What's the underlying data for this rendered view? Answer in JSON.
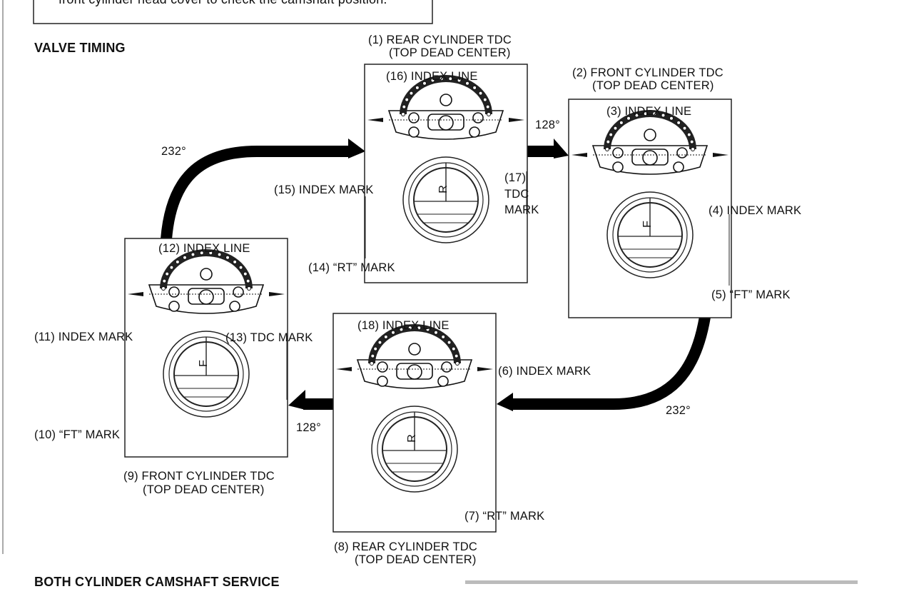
{
  "note_box": {
    "text": "front cylinder head cover to check the camshaft position."
  },
  "section_title": "VALVE TIMING",
  "next_section_title": "BOTH CYLINDER CAMSHAFT SERVICE",
  "angles": {
    "a1": "232°",
    "a2": "128°",
    "a3": "232°",
    "a4": "128°"
  },
  "labels": {
    "l1a": "(1) REAR CYLINDER TDC",
    "l1b": "(TOP DEAD CENTER)",
    "l2a": "(2) FRONT CYLINDER TDC",
    "l2b": "(TOP DEAD CENTER)",
    "l3": "(3) INDEX LINE",
    "l4": "(4) INDEX MARK",
    "l5": "(5) “FT” MARK",
    "l6": "(6) INDEX MARK",
    "l7": "(7) “RT” MARK",
    "l8a": "(8) REAR CYLINDER TDC",
    "l8b": "(TOP DEAD CENTER)",
    "l9a": "(9)  FRONT CYLINDER TDC",
    "l9b": "(TOP DEAD CENTER)",
    "l10": "(10) “FT” MARK",
    "l11": "(11) INDEX MARK",
    "l12": "(12) INDEX LINE",
    "l13": "(13) TDC MARK",
    "l14": "(14) “RT” MARK",
    "l15": "(15) INDEX MARK",
    "l16": "(16) INDEX LINE",
    "l17a": "(17)",
    "l17b": "TDC",
    "l17c": "MARK",
    "l18": "(18) INDEX LINE"
  },
  "panels": [
    {
      "id": "rear-tdc-top",
      "mark": "R"
    },
    {
      "id": "front-tdc-right",
      "mark": "F"
    },
    {
      "id": "rear-tdc-bottom",
      "mark": "R"
    },
    {
      "id": "front-tdc-left",
      "mark": "F"
    }
  ]
}
